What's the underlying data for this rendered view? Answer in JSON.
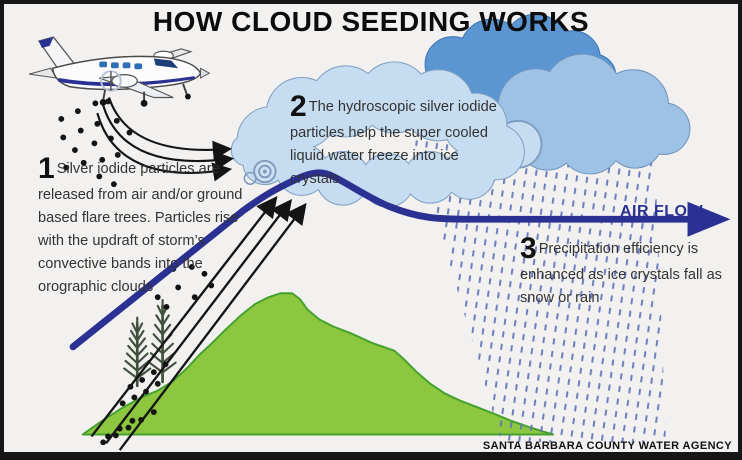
{
  "title": "HOW CLOUD SEEDING WORKS",
  "steps": [
    {
      "number": "1",
      "text": "Silver iodide particles are released from air and/or ground based flare trees. Particles rise with the updraft of storm’s convective bands into the orographic clouds"
    },
    {
      "number": "2",
      "text": "The hydroscopic silver iodide particles help the super cooled liquid water freeze into ice crystals"
    },
    {
      "number": "3",
      "text": "Precipitation efficiency is enhanced as ice crystals fall as snow or rain"
    }
  ],
  "labels": {
    "air_flow": "AIR FLOW",
    "credit": "SANTA BARBARA COUNTY WATER AGENCY"
  },
  "icons": {
    "airplane": "twin-engine-airplane-icon",
    "seeding_particles": "black-dots-icon",
    "exhaust_trails": "curved-arrows-icon",
    "updraft": "diagonal-arrows-icon",
    "flare_trees": "pine-tree-icon",
    "orographic_cloud": "light-blue-cloud-icon",
    "storm_clouds": "blue-cloud-icons",
    "precipitation": "rain-dashes-icon",
    "terrain": "green-mountain-icon",
    "air_flow": "navy-arrow-icon",
    "swirl": "spiral-icon"
  },
  "colors": {
    "navy": "#2b3093",
    "cloud_light": "#c6dcf0",
    "cloud_medium": "#9dc2e5",
    "cloud_dark": "#5b96d3",
    "hill_green": "#8dc63f",
    "hill_outline": "#44a12e",
    "rain_blue": "#5f74bb",
    "ink": "#141414",
    "background": "#f2f1ef"
  }
}
